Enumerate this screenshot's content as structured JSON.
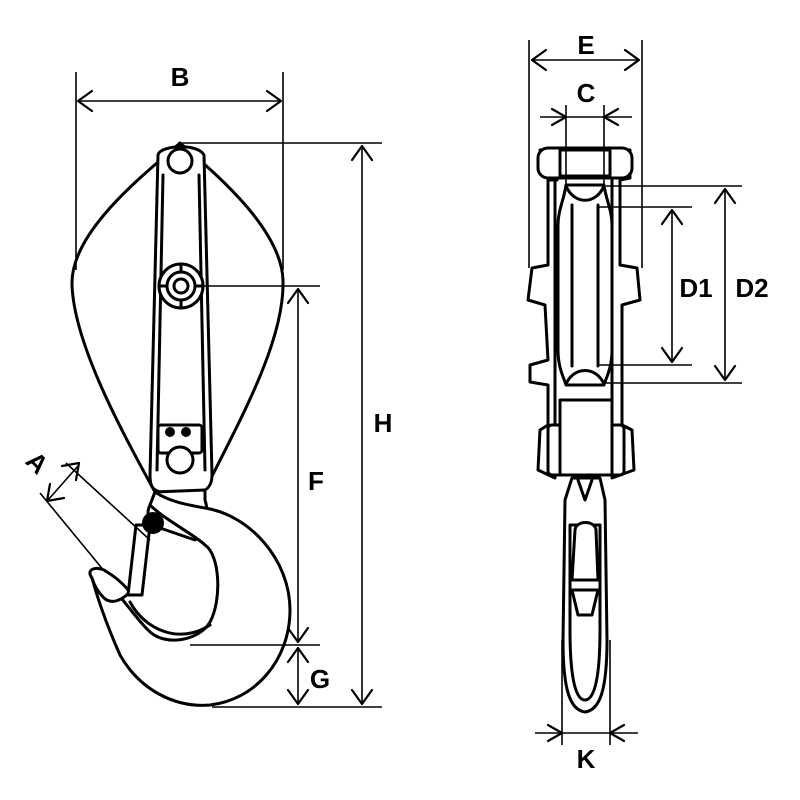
{
  "diagram": {
    "labels": {
      "A": "A",
      "B": "B",
      "C": "C",
      "D1": "D1",
      "D2": "D2",
      "E": "E",
      "F": "F",
      "G": "G",
      "H": "H",
      "K": "K"
    }
  }
}
